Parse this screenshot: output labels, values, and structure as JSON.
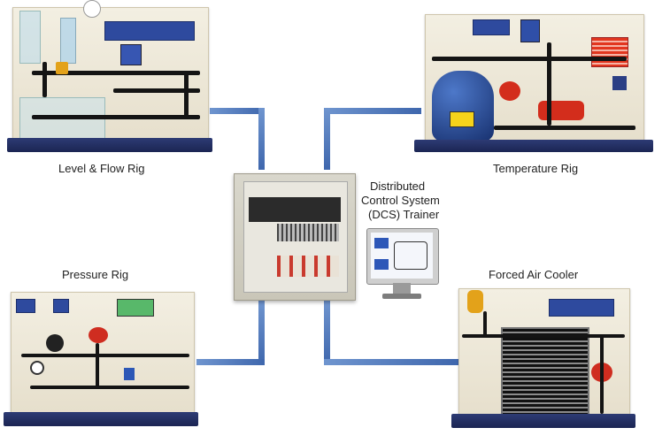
{
  "labels": {
    "level_flow": "Level & Flow Rig",
    "temperature": "Temperature Rig",
    "pressure": "Pressure Rig",
    "forced_air": "Forced Air Cooler",
    "dcs_line1": "Distributed",
    "dcs_line2": "Control System",
    "dcs_line3": "(DCS) Trainer"
  },
  "colors": {
    "connector": "#4a72b8",
    "rig_base": "#1f2a5c",
    "panel": "#ebe5d3",
    "display_blue": "#2e4a9e"
  }
}
